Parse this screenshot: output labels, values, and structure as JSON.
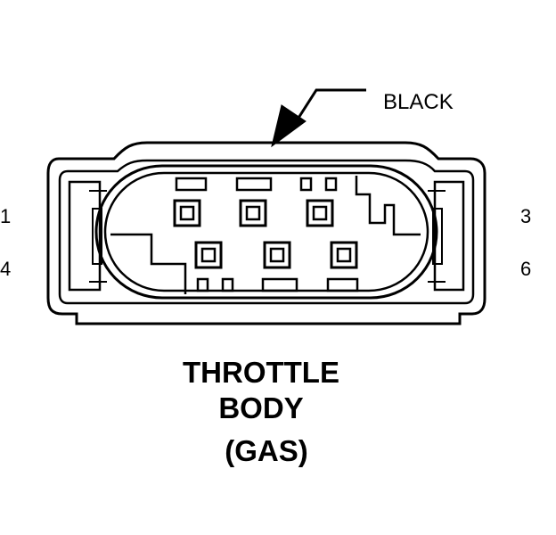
{
  "callout": {
    "label": "BLACK"
  },
  "pins": {
    "top_left": "1",
    "top_right": "3",
    "bottom_left": "4",
    "bottom_right": "6"
  },
  "caption": {
    "line1": "THROTTLE",
    "line2": "BODY",
    "line3": "(GAS)"
  }
}
